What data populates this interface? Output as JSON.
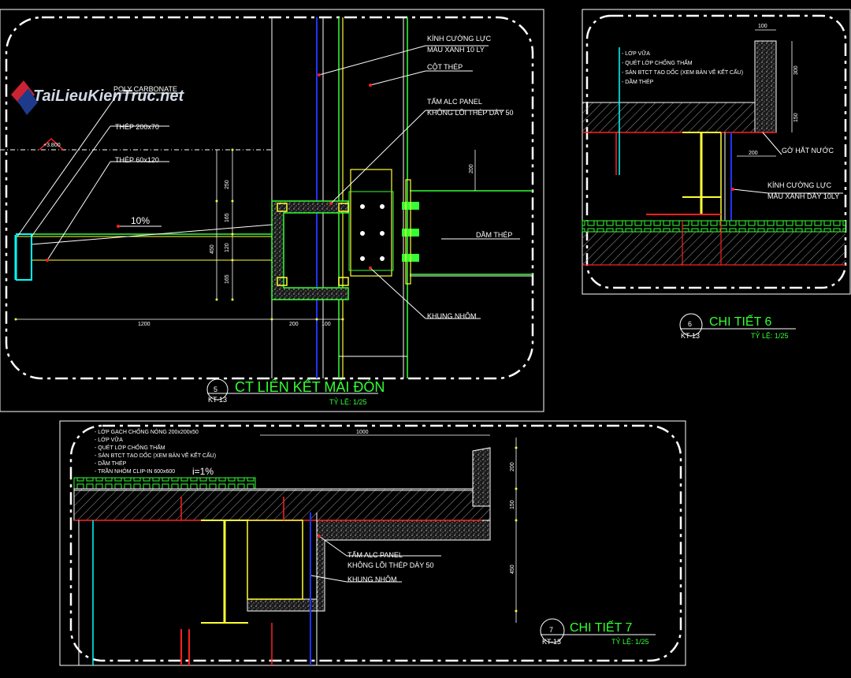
{
  "watermark": "TaiLieuKienTruc.net",
  "colors": {
    "green": "#33ff33",
    "yellow": "#ffff33",
    "cyan": "#00ffff",
    "red": "#ff2020",
    "blue": "#2233ff",
    "white": "#ffffff"
  },
  "detail5": {
    "number": "5",
    "ref": "KT-13",
    "title": "CT LIÊN KẾT MÁI ĐÓN",
    "scale": "TỶ LỆ: 1/25",
    "labels": {
      "poly": "POLY CARBONATE",
      "thep1": "THÉP  200x70",
      "thep2": "THÉP  60x120",
      "slope": "10%",
      "level": "+3.800",
      "kinh1": "KÍNH CƯỜNG LỰC",
      "kinh2": "MÀU XANH 10 LY",
      "cot": "CỘT THÉP",
      "alc1": "TẤM ALC PANEL",
      "alc2": "KHÔNG LÕI THÉP DÀY 50",
      "dam": "DẦM THÉP",
      "khung": "KHUNG NHÔM"
    },
    "dims": {
      "d250": "250",
      "d165a": "165",
      "d120": "120",
      "d165b": "165",
      "d450": "450",
      "d200v": "200",
      "d1200": "1200",
      "d200h": "200",
      "d100": "100"
    }
  },
  "detail6": {
    "number": "6",
    "ref": "KT-13",
    "title": "CHI TIẾT 6",
    "scale": "TỶ LỆ: 1/25",
    "layers": [
      "- LỚP VỮA",
      "- QUÉT LỚP CHỐNG THẤM",
      "- SÀN BTCT TẠO DỐC (XEM BẢN VẼ KẾT CẤU)",
      "- DẦM THÉP"
    ],
    "labels": {
      "go": "GỜ HẮT NƯỚC",
      "kinh1": "KÍNH CƯỜNG LỰC",
      "kinh2": "MÀU XANH DÀY 10LY"
    },
    "dims": {
      "d100": "100",
      "d300": "300",
      "d150": "150",
      "d200": "200"
    }
  },
  "detail7": {
    "number": "7",
    "ref": "KT-13",
    "title": "CHI TIẾT 7",
    "scale": "TỶ LỆ: 1/25",
    "layers": [
      "- LỚP GẠCH CHỐNG NÓNG 200x200x50",
      "- LỚP VỮA",
      "- QUÉT LỚP CHỐNG THẤM",
      "- SÀN BTCT TẠO DỐC (XEM BẢN VẼ KẾT CẤU)",
      "- DẦM THÉP",
      "- TRẦN NHÔM CLIP-IN 600x600"
    ],
    "labels": {
      "slope": "i=1%",
      "alc1": "TẤM ALC PANEL",
      "alc2": "KHÔNG LÕI THÉP DÀY 50",
      "khung": "KHUNG NHÔM"
    },
    "dims": {
      "d1000": "1000",
      "d200": "200",
      "d150": "150",
      "d450": "450"
    }
  }
}
